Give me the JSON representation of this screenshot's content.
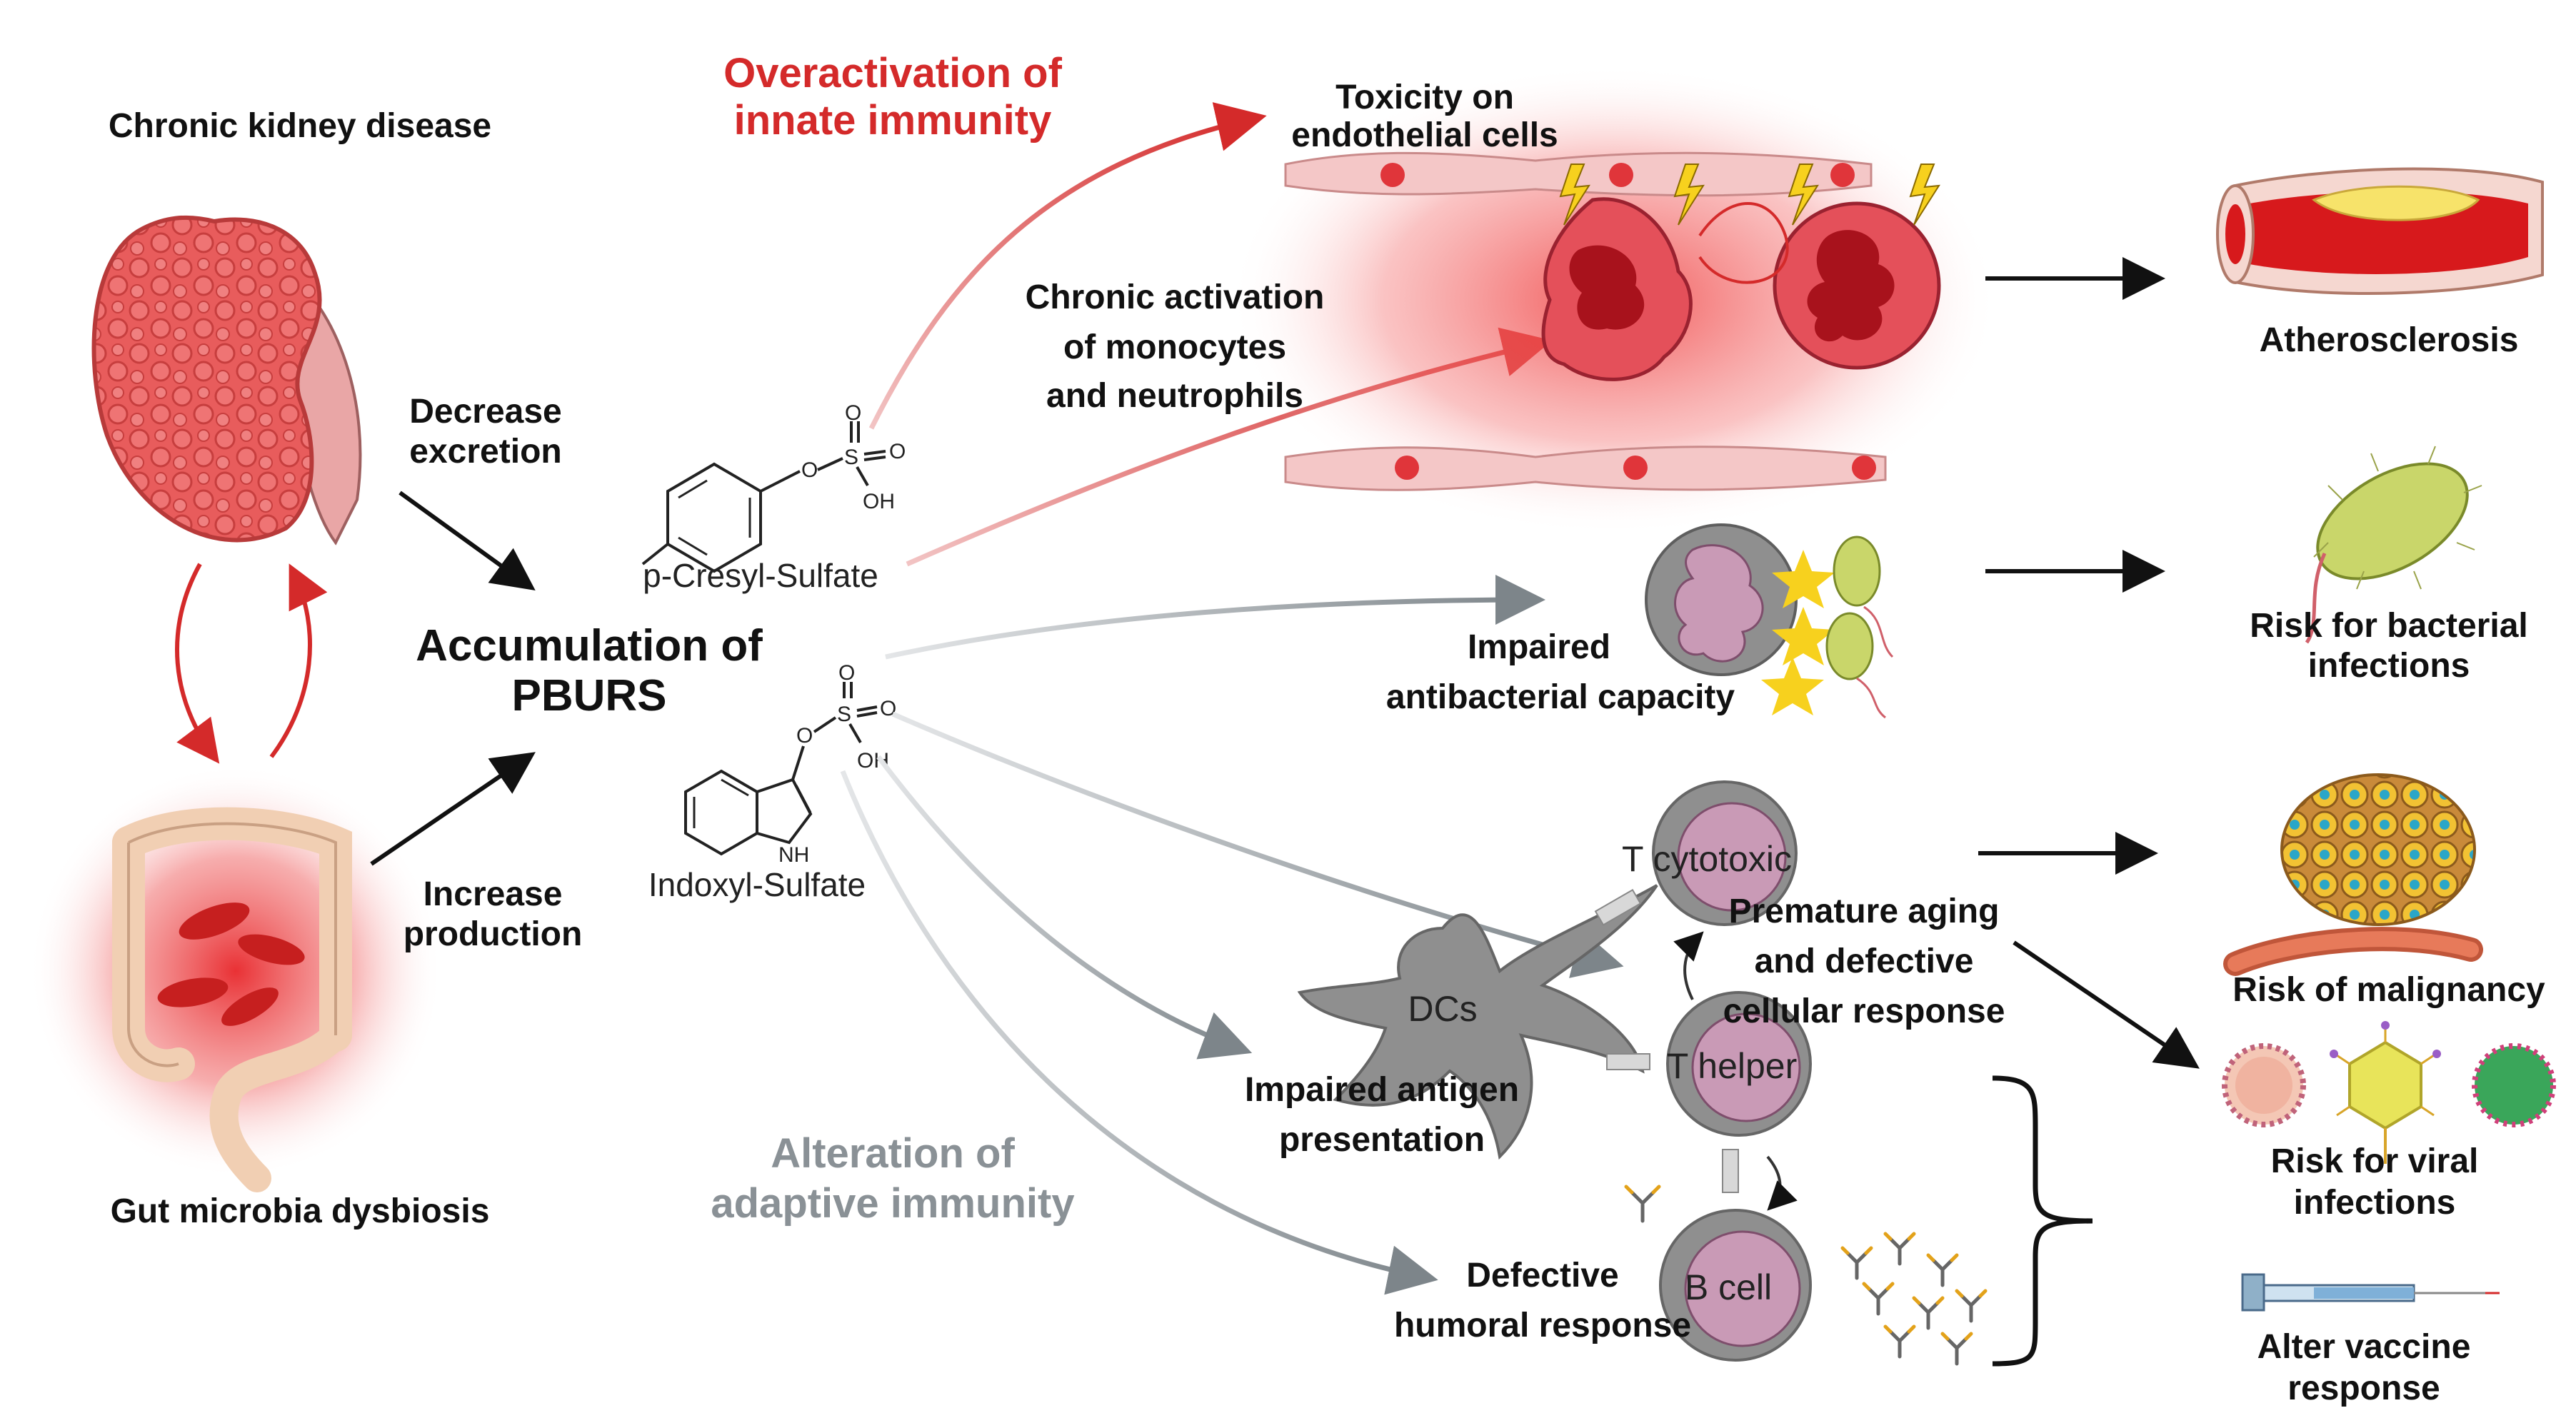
{
  "colors": {
    "red": "#d42a2a",
    "gray": "#8a9196",
    "kidney": "#e8585a",
    "cell_fill": "#c99ab6",
    "cell_ring": "#8f8f8f",
    "vessel": "#f4c7c7",
    "bacteria": "#c9d66a",
    "star": "#f7d11e"
  },
  "labels": {
    "kidney_disease": "Chronic kidney disease",
    "gut_dysbiosis": "Gut microbia dysbiosis",
    "decrease_excretion": [
      "Decrease",
      "excretion"
    ],
    "increase_production": [
      "Increase",
      "production"
    ],
    "accumulation": [
      "Accumulation of",
      "PBURS"
    ],
    "p_cresyl": "p-Cresyl-Sulfate",
    "indoxyl": "Indoxyl-Sulfate",
    "innate": [
      "Overactivation of",
      "innate immunity"
    ],
    "adaptive": [
      "Alteration of",
      "adaptive immunity"
    ],
    "toxicity": [
      "Toxicity on",
      "endothelial cells"
    ],
    "chronic_activation": [
      "Chronic activation",
      "of monocytes",
      "and neutrophils"
    ],
    "impaired_antibacterial": [
      "Impaired",
      "antibacterial capacity"
    ],
    "impaired_antigen": [
      "Impaired antigen",
      "presentation"
    ],
    "defective_humoral": [
      "Defective",
      "humoral response"
    ],
    "premature_aging": [
      "Premature aging",
      "and defective",
      "cellular response"
    ],
    "atherosclerosis": "Atherosclerosis",
    "bacterial_risk": [
      "Risk for bacterial",
      "infections"
    ],
    "malignancy_risk": "Risk of malignancy",
    "viral_risk": [
      "Risk for viral",
      "infections"
    ],
    "vaccine": [
      "Alter vaccine",
      "response"
    ],
    "t_cytotoxic": "T cytotoxic",
    "t_helper": "T helper",
    "b_cell": "B cell",
    "dcs": "DCs"
  },
  "atoms": {
    "o": "O",
    "s": "S",
    "oh": "OH",
    "nh": "NH"
  },
  "icons": [
    "kidney-icon",
    "intestine-icon",
    "blood-vessel-icon",
    "monocyte-icon",
    "neutrophil-icon",
    "artery-plaque-icon",
    "bacterium-icon",
    "neutrophil-bacteria-icon",
    "tumor-icon",
    "virus-icon",
    "syringe-icon",
    "dendritic-cell-icon",
    "antibody-icon"
  ]
}
